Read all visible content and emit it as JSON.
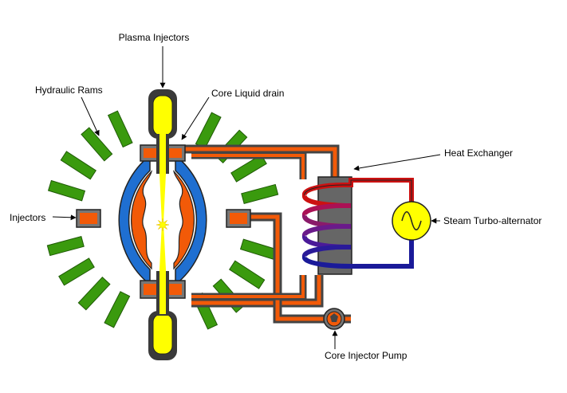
{
  "labels": {
    "plasma_injectors": "Plasma Injectors",
    "hydraulic_rams": "Hydraulic Rams",
    "core_liquid_drain": "Core Liquid drain",
    "heat_exchanger": "Heat Exchanger",
    "injectors": "Injectors",
    "steam_turbo_alternator": "Steam Turbo-alternator",
    "core_injector_pump": "Core Injector Pump"
  },
  "colors": {
    "ram_green": "#3a9a0e",
    "blanket_blue": "#1f6fd1",
    "liquid_orange": "#f25a08",
    "plasma_yellow": "#ffff00",
    "casing_dark": "#444444",
    "casing_gray": "#777777",
    "hot_red": "#cc1111",
    "cool_blue": "#1a1a99",
    "coil_purple": "#7a1a7a"
  },
  "icons": {
    "alternator_symbol": "sine-wave-icon",
    "pump_symbol": "pump-rotor-icon",
    "plasma_spark": "spark-icon"
  }
}
